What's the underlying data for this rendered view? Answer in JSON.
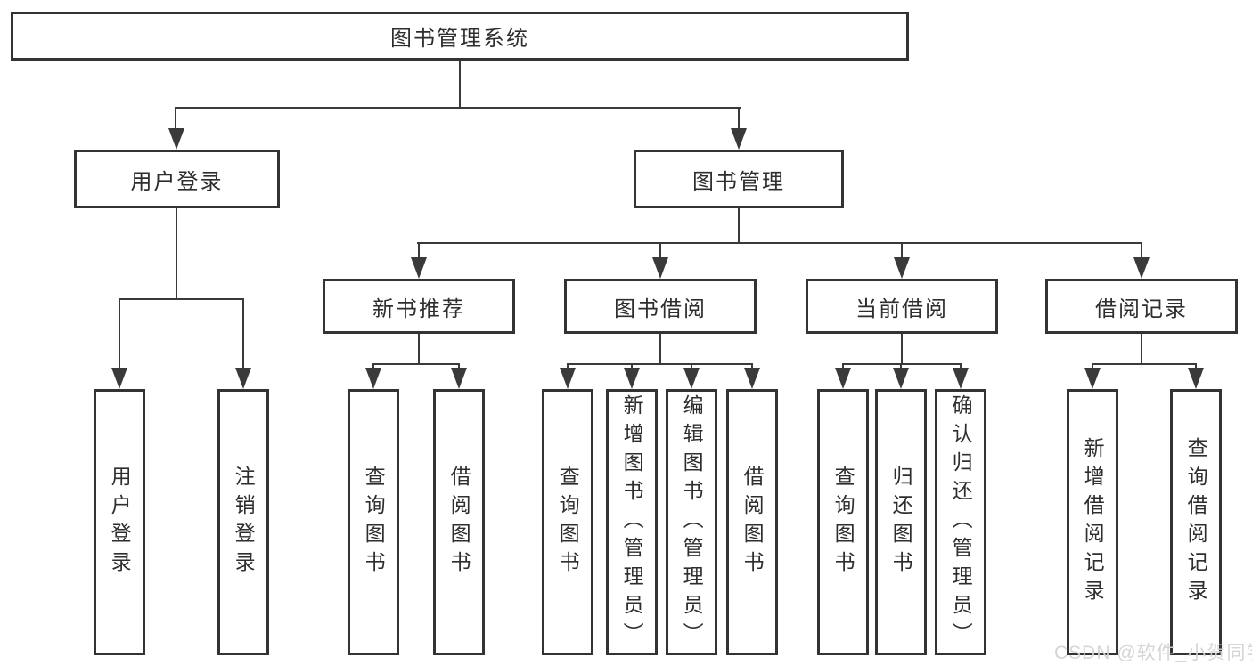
{
  "nodes": {
    "root": "图书管理系统",
    "level2": [
      "用户登录",
      "图书管理"
    ],
    "level3": [
      "新书推荐",
      "图书借阅",
      "当前借阅",
      "借阅记录"
    ],
    "leaves": [
      "用户登录",
      "注销登录",
      "查询图书",
      "借阅图书",
      "查询图书",
      "新增图书（管理员）",
      "编辑图书（管理员）",
      "借阅图书",
      "查询图书",
      "归还图书",
      "确认归还（管理员）",
      "新增借阅记录",
      "查询借阅记录"
    ]
  },
  "watermark": "CSDN @软件_小贺同学",
  "colors": {
    "line": "#3a3a3a",
    "box_border": "#333333",
    "text": "#2e2e2e",
    "background": "#ffffff",
    "watermark": "#d3d3d3"
  }
}
